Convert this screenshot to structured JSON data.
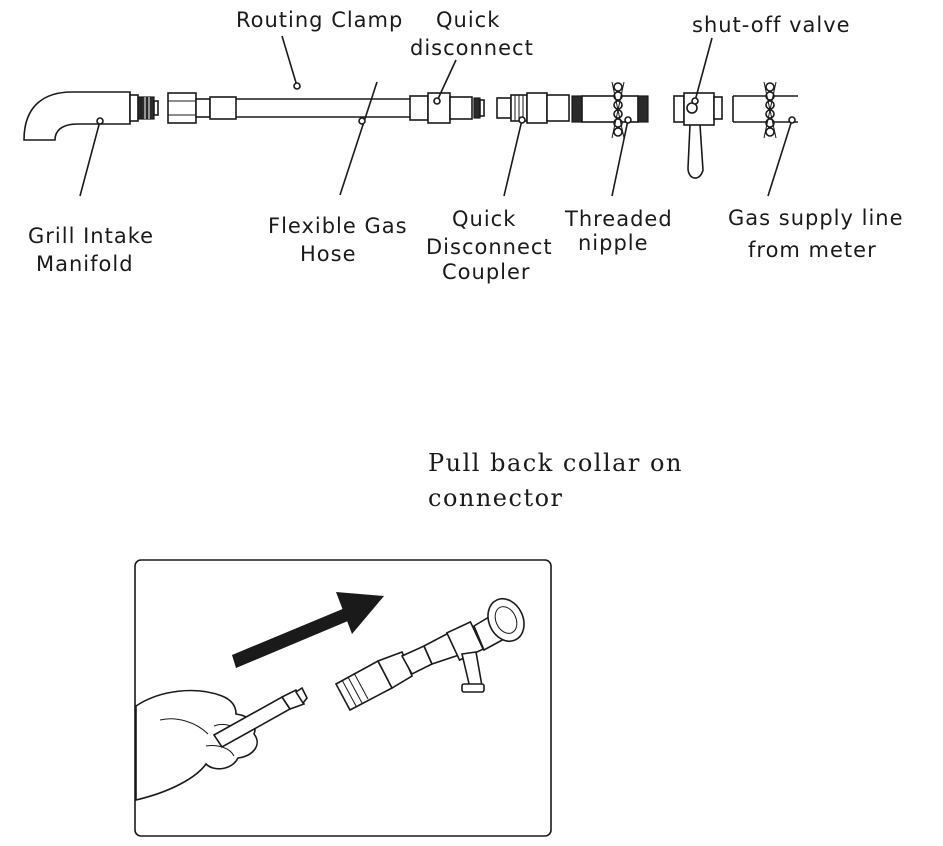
{
  "labels": {
    "routing_clamp": "Routing Clamp",
    "quick_disconnect_1": "Quick",
    "quick_disconnect_2": "disconnect",
    "shutoff_valve": "shut-off valve",
    "grill_intake_1": "Grill Intake",
    "grill_intake_2": "Manifold",
    "flex_hose_1": "Flexible Gas",
    "flex_hose_2": "Hose",
    "qd_coupler_1": "Quick",
    "qd_coupler_2": "Disconnect",
    "qd_coupler_3": "Coupler",
    "threaded_nipple_1": "Threaded",
    "threaded_nipple_2": "nipple",
    "gas_supply_1": "Gas supply line",
    "gas_supply_2": "from meter"
  },
  "instruction": {
    "line1": "Pull back collar on",
    "line2": "connector"
  },
  "colors": {
    "ink": "#1a1a1a",
    "paper": "#ffffff"
  }
}
